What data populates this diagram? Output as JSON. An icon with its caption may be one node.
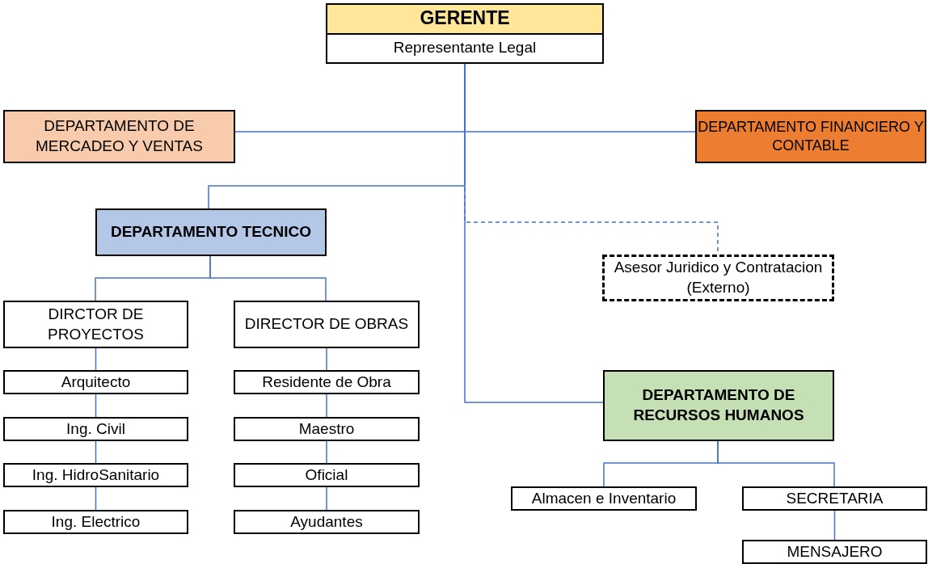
{
  "diagram": {
    "nodes": [
      {
        "text": [
          "GERENTE",
          "Representante Legal"
        ]
      },
      {
        "text": [
          "DEPARTAMENTO DE MERCADEO Y VENTAS"
        ]
      },
      {
        "text": [
          "DEPARTAMENTO FINANCIERO Y CONTABLE"
        ]
      },
      {
        "text": [
          "DEPARTAMENTO TECNICO"
        ]
      },
      {
        "text": [
          "Asesor Juridico y Contratacion (Externo)"
        ]
      },
      {
        "text": [
          "DIRCTOR DE PROYECTOS"
        ]
      },
      {
        "text": [
          "DIRECTOR DE OBRAS"
        ]
      },
      {
        "text": [
          "Arquitecto"
        ]
      },
      {
        "text": [
          "Ing. Civil"
        ]
      },
      {
        "text": [
          "Ing. HidroSanitario"
        ]
      },
      {
        "text": [
          "Ing. Electrico"
        ]
      },
      {
        "text": [
          "Residente de Obra"
        ]
      },
      {
        "text": [
          "Maestro"
        ]
      },
      {
        "text": [
          "Oficial"
        ]
      },
      {
        "text": [
          "Ayudantes"
        ]
      },
      {
        "text": [
          "DEPARTAMENTO DE RECURSOS HUMANOS"
        ]
      },
      {
        "text": [
          "Almacen e Inventario"
        ]
      },
      {
        "text": [
          "SECRETARIA"
        ]
      },
      {
        "text": [
          "MENSAJERO"
        ]
      }
    ],
    "edges": [
      {
        "from": 0,
        "to": 1,
        "arrow": "none"
      },
      {
        "from": 0,
        "to": 2,
        "arrow": "none"
      },
      {
        "from": 0,
        "to": 3,
        "arrow": "none"
      },
      {
        "from": 0,
        "to": 4,
        "arrow": "none",
        "style": "dashed"
      },
      {
        "from": 0,
        "to": 15,
        "arrow": "none"
      },
      {
        "from": 3,
        "to": 5,
        "arrow": "none"
      },
      {
        "from": 3,
        "to": 6,
        "arrow": "none"
      },
      {
        "from": 5,
        "to": 7,
        "arrow": "none"
      },
      {
        "from": 7,
        "to": 8,
        "arrow": "none"
      },
      {
        "from": 8,
        "to": 9,
        "arrow": "none"
      },
      {
        "from": 9,
        "to": 10,
        "arrow": "none"
      },
      {
        "from": 6,
        "to": 11,
        "arrow": "none"
      },
      {
        "from": 11,
        "to": 12,
        "arrow": "none"
      },
      {
        "from": 12,
        "to": 13,
        "arrow": "none"
      },
      {
        "from": 13,
        "to": 14,
        "arrow": "none"
      },
      {
        "from": 15,
        "to": 16,
        "arrow": "none"
      },
      {
        "from": 15,
        "to": 17,
        "arrow": "none"
      },
      {
        "from": 17,
        "to": 18,
        "arrow": "none"
      }
    ]
  }
}
